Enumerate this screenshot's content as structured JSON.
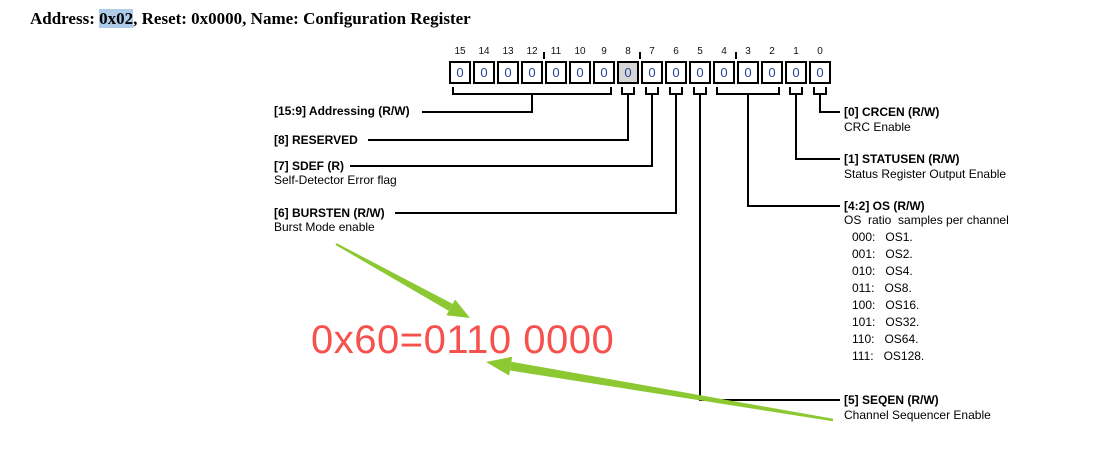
{
  "title": {
    "address_label": "Address: ",
    "address_value": "0x02",
    "rest": ", Reset: 0x0000, Name: Configuration Register"
  },
  "register": {
    "bit_numbers": [
      "15",
      "14",
      "13",
      "12",
      "11",
      "10",
      "9",
      "8",
      "7",
      "6",
      "5",
      "4",
      "3",
      "2",
      "1",
      "0"
    ],
    "bit_values": [
      "0",
      "0",
      "0",
      "0",
      "0",
      "0",
      "0",
      "0",
      "0",
      "0",
      "0",
      "0",
      "0",
      "0",
      "0",
      "0"
    ],
    "reserved_bit": 8
  },
  "fields": {
    "addressing": {
      "label": "[15:9] Addressing (R/W)"
    },
    "reserved": {
      "label": "[8] RESERVED"
    },
    "sdef": {
      "label": "[7] SDEF (R)",
      "subtitle": "Self-Detector Error flag"
    },
    "bursten": {
      "label": "[6] BURSTEN (R/W)",
      "subtitle": "Burst Mode enable"
    },
    "crcen": {
      "label": "[0] CRCEN (R/W)",
      "subtitle": "CRC Enable"
    },
    "statusen": {
      "label": "[1] STATUSEN (R/W)",
      "subtitle": "Status Register Output Enable"
    },
    "os": {
      "label": "[4:2] OS (R/W)",
      "subtitle": "OS  ratio  samples per channel",
      "options": [
        "000:   OS1.",
        "001:   OS2.",
        "010:   OS4.",
        "011:   OS8.",
        "100:   OS16.",
        "101:   OS32.",
        "110:   OS64.",
        "111:   OS128."
      ]
    },
    "seqen": {
      "label": "[5] SEQEN (R/W)",
      "subtitle": "Channel Sequencer Enable"
    }
  },
  "annotation": {
    "text": "0x60=0110 0000"
  },
  "colors": {
    "annotation_red": "#f6514d",
    "arrow_green": "#8cc832",
    "highlight_blue": "#aecbe8",
    "reserved_gray": "#d6d6d6",
    "bit_value_blue": "#2b3f94"
  }
}
